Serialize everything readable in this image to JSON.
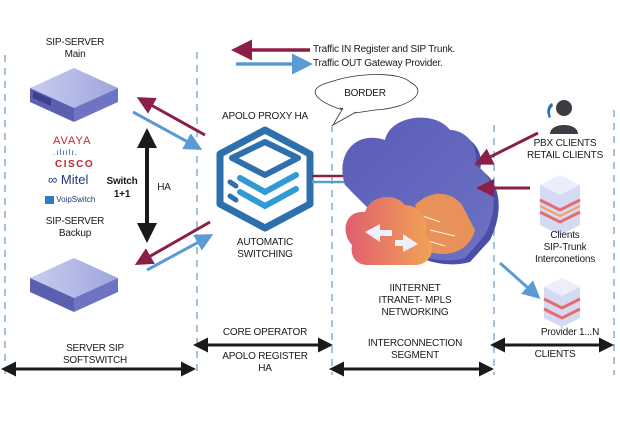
{
  "legend": {
    "traffic_in": "Traffic IN Register and SIP Trunk.",
    "traffic_out": "Traffic OUT Gateway Provider.",
    "traffic_in_color": "#8b1f47",
    "traffic_out_color": "#5b9bd5"
  },
  "border_callout": "BORDER",
  "sip_server_main": {
    "title": "SIP-SERVER",
    "subtitle": "Main"
  },
  "sip_server_backup": {
    "title": "SIP-SERVER",
    "subtitle": "Backup"
  },
  "vendor_logos": [
    "AVAYA",
    "CISCO",
    "Mitel",
    "VoipSwitch"
  ],
  "switch_label": {
    "line1": "Switch",
    "line2": "1+1"
  },
  "ha_label": "HA",
  "apolo_proxy": {
    "title": "APOLO PROXY HA",
    "caption_line1": "AUTOMATIC",
    "caption_line2": "SWITCHING"
  },
  "internet": {
    "line1": "IINTERNET",
    "line2": "ITRANET- MPLS",
    "line3": "NETWORKING"
  },
  "pbx_clients": {
    "line1": "PBX CLIENTS",
    "line2": "RETAIL CLIENTS"
  },
  "sip_trunk_clients": {
    "line1": "Clients",
    "line2": "SIP-Trunk",
    "line3": "Interconetions"
  },
  "provider": "Provider 1...N",
  "segments": {
    "server_sip": {
      "line1": "SERVER SIP",
      "line2": "SOFTSWITCH"
    },
    "core": {
      "line1": "CORE OPERATOR",
      "line2": "APOLO REGISTER",
      "line3": "HA"
    },
    "interconnection": {
      "line1": "INTERCONNECTION",
      "line2": "SEGMENT"
    },
    "clients": "CLIENTS"
  },
  "colors": {
    "server_top": "#b7bde6",
    "server_side": "#5a5fb0",
    "proxy_blue": "#2e6fad",
    "proxy_light": "#2f9ad6",
    "cloud_purple": "#5b5fb8",
    "cloud_orange": "#e8925a",
    "divider": "#4d86c6"
  }
}
